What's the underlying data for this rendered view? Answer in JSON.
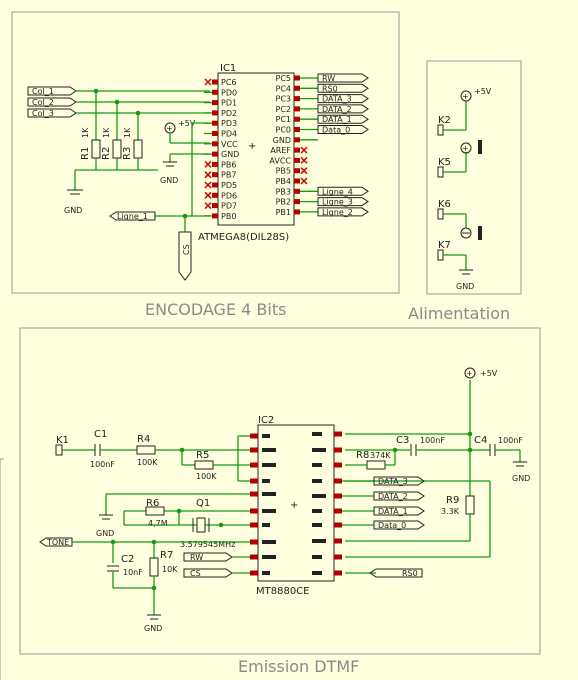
{
  "titles": {
    "encodage": "ENCODAGE 4 Bits",
    "alimentation": "Alimentation",
    "emission": "Emission DTMF"
  },
  "ic1": {
    "ref": "IC1",
    "value": "ATMEGA8(DIL28S)",
    "left_pins": [
      "PC6",
      "PD0",
      "PD1",
      "PD2",
      "PD3",
      "PD4",
      "VCC",
      "GND",
      "PB6",
      "PB7",
      "PD5",
      "PD6",
      "PD7",
      "PB0"
    ],
    "right_pins": [
      "PC5",
      "PC4",
      "PC3",
      "PC2",
      "PC1",
      "PC0",
      "GND",
      "AREF",
      "AVCC",
      "PB5",
      "PB4",
      "PB3",
      "PB2",
      "PB1"
    ]
  },
  "ports_top": [
    "Col_1",
    "Col_2",
    "Col_3"
  ],
  "ports_ic1_right": [
    "RW",
    "RS0",
    "DATA_3",
    "DATA_2",
    "DATA_1",
    "Data_0"
  ],
  "ports_lignes": [
    "Ligne_4",
    "Ligne_3",
    "Ligne_2"
  ],
  "ligne1": "Ligne_1",
  "cs_label": "CS",
  "resistors_top": [
    {
      "ref": "R1",
      "value": "1K"
    },
    {
      "ref": "R2",
      "value": "1K"
    },
    {
      "ref": "R3",
      "value": "1K"
    }
  ],
  "power": {
    "vcc": "+5V",
    "gnd": "GND"
  },
  "connectors_alim": [
    "K2",
    "K5",
    "K6",
    "K7"
  ],
  "ic2": {
    "ref": "IC2",
    "value": "MT8880CE"
  },
  "parts_bottom": {
    "k1": "K1",
    "c1": "C1",
    "c1_val": "100nF",
    "r4": "R4",
    "r4_val": "100K",
    "r5": "R5",
    "r5_val": "100K",
    "r6": "R6",
    "r6_val": "4,7M",
    "q1": "Q1",
    "q1_val": "3.579545MHz",
    "c2": "C2",
    "c2_val": "10nF",
    "r7": "R7",
    "r7_val": "10K",
    "r8": "R8",
    "r8_val": "374K",
    "c3": "C3",
    "c3_val": "100nF",
    "c4": "C4",
    "c4_val": "100nF",
    "r9": "R9",
    "r9_val": "3.3K"
  },
  "ports_ic2_right": [
    "DATA_3",
    "DATA_2",
    "DATA_1",
    "Data_0"
  ],
  "port_tone": "TONE",
  "port_rw": "RW",
  "port_cs": "CS",
  "port_rs0": "RS0"
}
